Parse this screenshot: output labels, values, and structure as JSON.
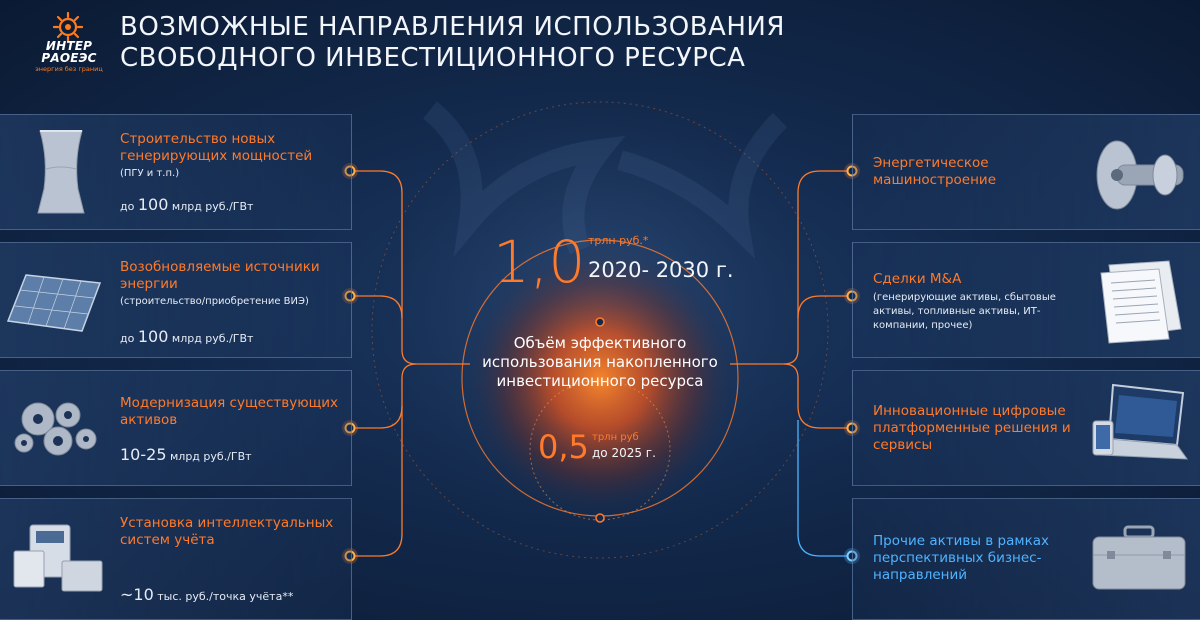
{
  "header": {
    "title_line1": "ВОЗМОЖНЫЕ НАПРАВЛЕНИЯ ИСПОЛЬЗОВАНИЯ",
    "title_line2": "СВОБОДНОГО ИНВЕСТИЦИОННОГО РЕСУРСА",
    "logo_line1": "ИНТЕР",
    "logo_line2": "РАОЕЭС",
    "logo_tagline": "энергия без границ"
  },
  "center": {
    "main_value": "1,0",
    "main_unit": "трлн руб.*",
    "main_period": "2020- 2030 г.",
    "description": "Объём эффективного использования накопленного инвестиционного ресурса",
    "secondary_value": "0,5",
    "secondary_unit": "трлн руб",
    "secondary_period": "до 2025 г."
  },
  "left_items": [
    {
      "title": "Строительство новых генерирующих мощностей",
      "subtitle": "(ПГУ и т.п.)",
      "value_prefix": "до",
      "value_number": "100",
      "value_unit": "млрд руб./ГВт",
      "icon": "cooling-tower-icon"
    },
    {
      "title": "Возобновляемые источники энергии",
      "subtitle": "(строительство/приобретение ВИЭ)",
      "value_prefix": "до",
      "value_number": "100",
      "value_unit": "млрд руб./ГВт",
      "icon": "solar-panel-icon"
    },
    {
      "title": "Модернизация существующих активов",
      "subtitle": "",
      "value_prefix": "",
      "value_number": "10-25",
      "value_unit": "млрд руб./ГВт",
      "icon": "gears-icon"
    },
    {
      "title": "Установка интеллектуальных систем учёта",
      "subtitle": "",
      "value_prefix": "",
      "value_number": "~10",
      "value_unit": "тыс. руб./точка учёта**",
      "icon": "smart-meter-icon"
    }
  ],
  "right_items": [
    {
      "title": "Энергетическое машиностроение",
      "subtitle": "",
      "icon": "turbine-icon"
    },
    {
      "title": "Сделки M&A",
      "subtitle": "(генерирующие активы, сбытовые активы, топливные активы, ИТ-компании, прочее)",
      "icon": "documents-icon"
    },
    {
      "title": "Инновационные цифровые платформенные решения и сервисы",
      "subtitle": "",
      "icon": "laptop-icon"
    },
    {
      "title": "Прочие активы в рамках перспективных бизнес-направлений",
      "subtitle": "",
      "icon": "briefcase-icon"
    }
  ],
  "colors": {
    "accent_orange": "#ff7a2a",
    "accent_blue": "#4fb3ff",
    "background": "#132a4d"
  }
}
